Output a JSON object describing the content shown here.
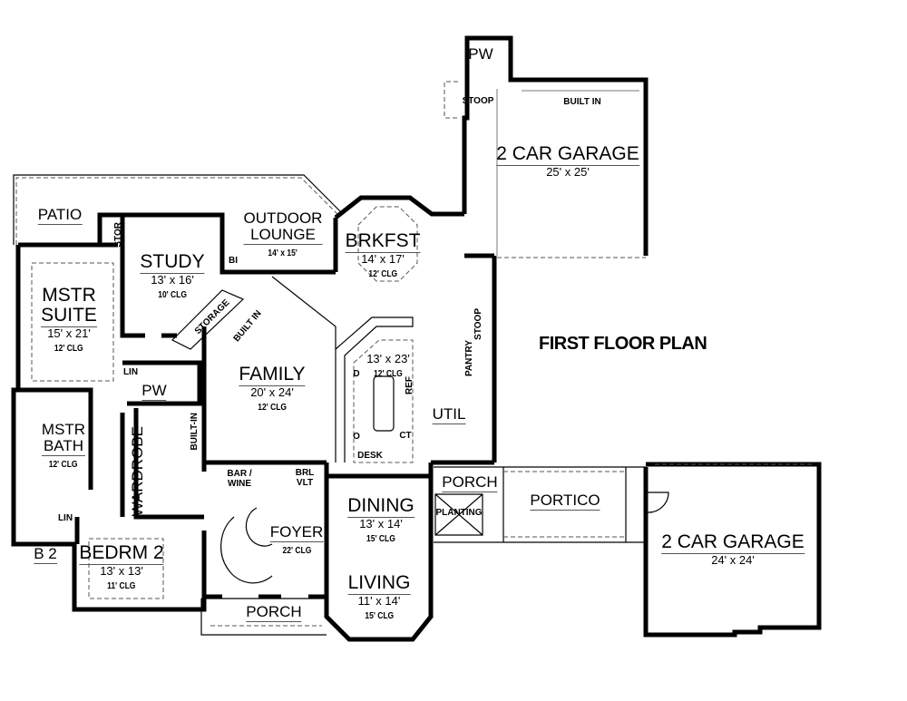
{
  "title": "FIRST FLOOR PLAN",
  "rooms": {
    "patio": {
      "name": "PATIO"
    },
    "stor": {
      "name": "STOR"
    },
    "study": {
      "name": "STUDY",
      "size": "13' x 16'",
      "clg": "10' CLG"
    },
    "outdoor_lounge": {
      "name": "OUTDOOR LOUNGE",
      "line1": "OUTDOOR",
      "line2": "LOUNGE",
      "size": "14' x 15'"
    },
    "bi": {
      "name": "BI"
    },
    "brkfst": {
      "name": "BRKFST",
      "size": "14' x 17'",
      "clg": "12' CLG"
    },
    "mstr_suite": {
      "line1": "MSTR",
      "line2": "SUITE",
      "size": "15' x 21'",
      "clg": "12' CLG"
    },
    "storage": {
      "name": "STORAGE"
    },
    "built_in_stair": {
      "name": "BUILT IN"
    },
    "family": {
      "name": "FAMILY",
      "size": "20' x 24'",
      "clg": "12' CLG"
    },
    "kitchen": {
      "size": "13' x 23'",
      "clg": "12' CLG",
      "d": "D",
      "ref": "REF",
      "o": "O",
      "ct": "CT",
      "desk": "DESK"
    },
    "lin1": {
      "name": "LIN"
    },
    "pw1": {
      "name": "PW"
    },
    "built_in_hall": {
      "name": "BUILT-IN"
    },
    "mstr_bath": {
      "line1": "MSTR",
      "line2": "BATH",
      "clg": "12' CLG"
    },
    "wardrobe": {
      "name": "WARDROBE"
    },
    "bar_wine": {
      "line1": "BAR /",
      "line2": "WINE"
    },
    "brl_vlt": {
      "line1": "BRL",
      "line2": "VLT"
    },
    "util": {
      "name": "UTIL"
    },
    "pantry": {
      "name": "PANTRY"
    },
    "stoop1": {
      "name": "STOOP"
    },
    "stoop2": {
      "name": "STOOP"
    },
    "pw2": {
      "name": "PW"
    },
    "garage1": {
      "name": "2 CAR GARAGE",
      "size": "25' x 25'",
      "built_in": "BUILT IN"
    },
    "dining": {
      "name": "DINING",
      "size": "13' x 14'",
      "clg": "15' CLG"
    },
    "living": {
      "name": "LIVING",
      "size": "11' x 14'",
      "clg": "15' CLG"
    },
    "foyer": {
      "name": "FOYER",
      "clg": "22' CLG"
    },
    "porch_front": {
      "name": "PORCH"
    },
    "porch_side": {
      "name": "PORCH"
    },
    "planting": {
      "name": "PLANTING"
    },
    "portico": {
      "name": "PORTICO"
    },
    "garage2": {
      "name": "2 CAR GARAGE",
      "size": "24' x 24'"
    },
    "lin2": {
      "name": "LIN"
    },
    "b2": {
      "name": "B 2"
    },
    "bedrm2": {
      "name": "BEDRM 2",
      "size": "13' x 13'",
      "clg": "11' CLG"
    }
  }
}
